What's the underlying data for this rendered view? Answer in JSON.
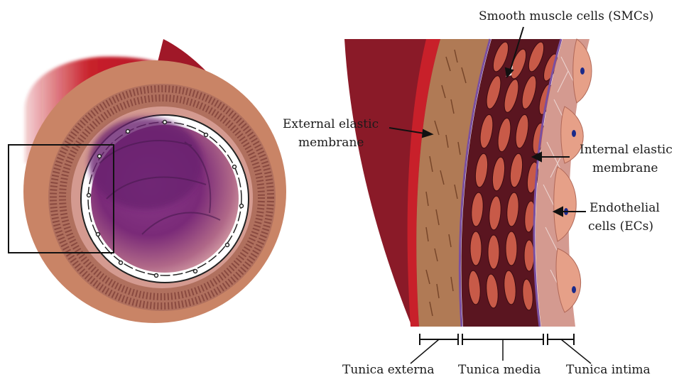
{
  "labels": {
    "smc": "Smooth muscle cells (SMCs)",
    "external_elastic_line1": "External elastic",
    "external_elastic_line2": "membrane",
    "internal_elastic_line1": "Internal elastic",
    "internal_elastic_line2": "membrane",
    "endothelial_line1": "Endothelial",
    "endothelial_line2": "cells (ECs)",
    "tunica_externa": "Tunica externa",
    "tunica_media": "Tunica media",
    "tunica_intima": "Tunica intima"
  },
  "colors": {
    "outer_red": "#c8202a",
    "dark_red": "#8a1a28",
    "adventitia_tan": "#b07a55",
    "media_dark": "#5a1520",
    "smc_fill": "#c85a48",
    "elastic_purple": "#7a4fa0",
    "endothelium": "#e6a088",
    "nucleus": "#1a2a8a",
    "lumen_purple": "#7a2a78"
  }
}
